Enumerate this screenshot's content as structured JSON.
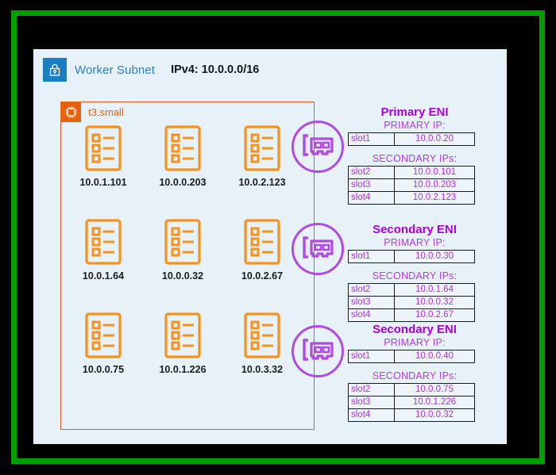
{
  "frame": {
    "outer_color": "#00a000",
    "background": "#000000"
  },
  "subnet": {
    "icon": "lock-icon",
    "title": "Worker Subnet",
    "ipv4_key": "IPv4:",
    "ipv4_value": "10.0.0.0/16",
    "panel_color": "#e6f2f8"
  },
  "instance": {
    "icon": "cpu-chip-icon",
    "label": "t3.small",
    "border_color": "#e25822"
  },
  "pod_grid": {
    "icon": "pod-list-icon",
    "rows": [
      {
        "cells": [
          {
            "label": "10.0.1.101"
          },
          {
            "label": "10.0.0.203"
          },
          {
            "label": "10.0.2.123"
          }
        ]
      },
      {
        "cells": [
          {
            "label": "10.0.1.64"
          },
          {
            "label": "10.0.0.32"
          },
          {
            "label": "10.0.2.67"
          }
        ]
      },
      {
        "cells": [
          {
            "label": "10.0.0.75"
          },
          {
            "label": "10.0.1.226"
          },
          {
            "label": "10.0.3.32"
          }
        ]
      }
    ]
  },
  "eni_color": "#b14ae0",
  "enis": [
    {
      "icon": "network-interface-card-icon",
      "title": "Primary ENI",
      "primary_heading": "PRIMARY IP:",
      "primary_rows": [
        {
          "slot": "slot1",
          "ip": "10.0.0.20"
        }
      ],
      "secondary_heading": "SECONDARY IPs:",
      "secondary_rows": [
        {
          "slot": "slot2",
          "ip": "10.0.0.101"
        },
        {
          "slot": "slot3",
          "ip": "10.0.0.203"
        },
        {
          "slot": "slot4",
          "ip": "10.0.2.123"
        }
      ]
    },
    {
      "icon": "network-interface-card-icon",
      "title": "Secondary ENI",
      "primary_heading": "PRIMARY IP:",
      "primary_rows": [
        {
          "slot": "slot1",
          "ip": "10.0.0.30"
        }
      ],
      "secondary_heading": "SECONDARY IPs:",
      "secondary_rows": [
        {
          "slot": "slot2",
          "ip": "10.0.1.64"
        },
        {
          "slot": "slot3",
          "ip": "10.0.0.32"
        },
        {
          "slot": "slot4",
          "ip": "10.0.2.67"
        }
      ]
    },
    {
      "icon": "network-interface-card-icon",
      "title": "Secondary ENI",
      "primary_heading": "PRIMARY IP:",
      "primary_rows": [
        {
          "slot": "slot1",
          "ip": "10.0.0.40"
        }
      ],
      "secondary_heading": "SECONDARY IPs:",
      "secondary_rows": [
        {
          "slot": "slot2",
          "ip": "10.0.0.75"
        },
        {
          "slot": "slot3",
          "ip": "10.0.1.226"
        },
        {
          "slot": "slot4",
          "ip": "10.0.0.32"
        }
      ]
    }
  ]
}
